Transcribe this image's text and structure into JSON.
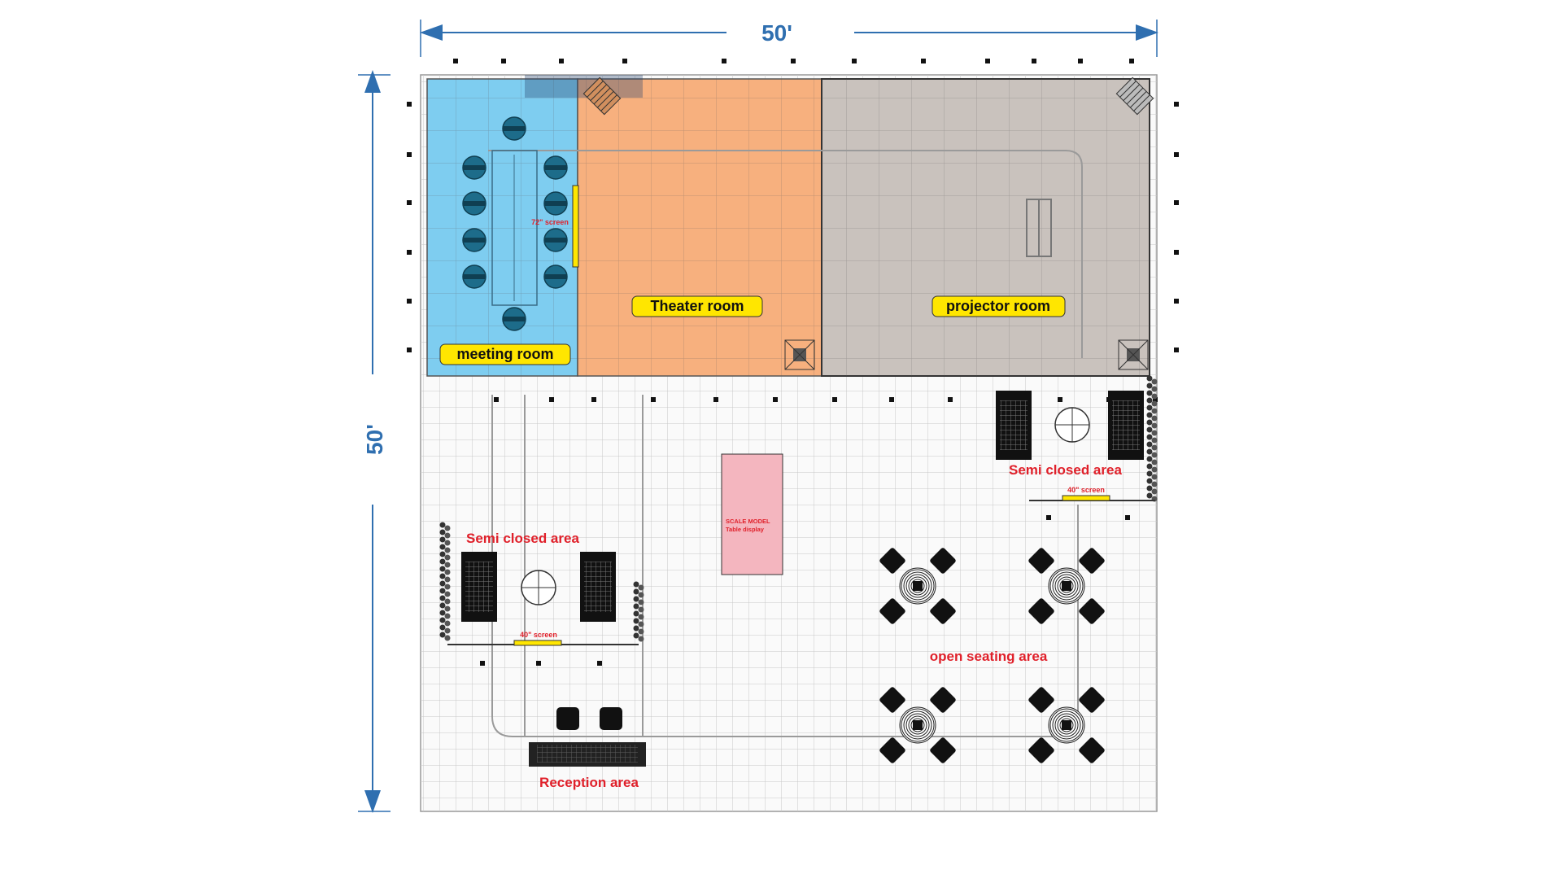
{
  "dimensions": {
    "width_label": "50'",
    "height_label": "50'",
    "color": "#2f6fb0"
  },
  "rooms": {
    "meeting": {
      "label": "meeting room",
      "fill": "#7ecdf0"
    },
    "theater": {
      "label": "Theater room",
      "fill": "#f7b07e"
    },
    "projector": {
      "label": "projector room",
      "fill": "#c9c2bd"
    }
  },
  "label_fill": "#ffe600",
  "accent_red": "#e0202a",
  "screen_72_label": "72\" screen",
  "areas": {
    "semi_closed_left": {
      "label": "Semi closed area",
      "screen_label": "40\" screen"
    },
    "semi_closed_right": {
      "label": "Semi closed area",
      "screen_label": "40\" screen"
    },
    "scale_model": {
      "line1": "SCALE MODEL",
      "line2": "Table display",
      "fill": "#f4b6bf"
    },
    "open_seating": {
      "label": "open seating area"
    },
    "reception": {
      "label": "Reception area"
    }
  },
  "icons": {
    "dimension_arrow": "arrow-icon",
    "chair": "chair-icon",
    "round_table": "round-table-icon",
    "sofa": "sofa-icon",
    "stairs": "stairs-icon",
    "plant": "plant-icon"
  }
}
